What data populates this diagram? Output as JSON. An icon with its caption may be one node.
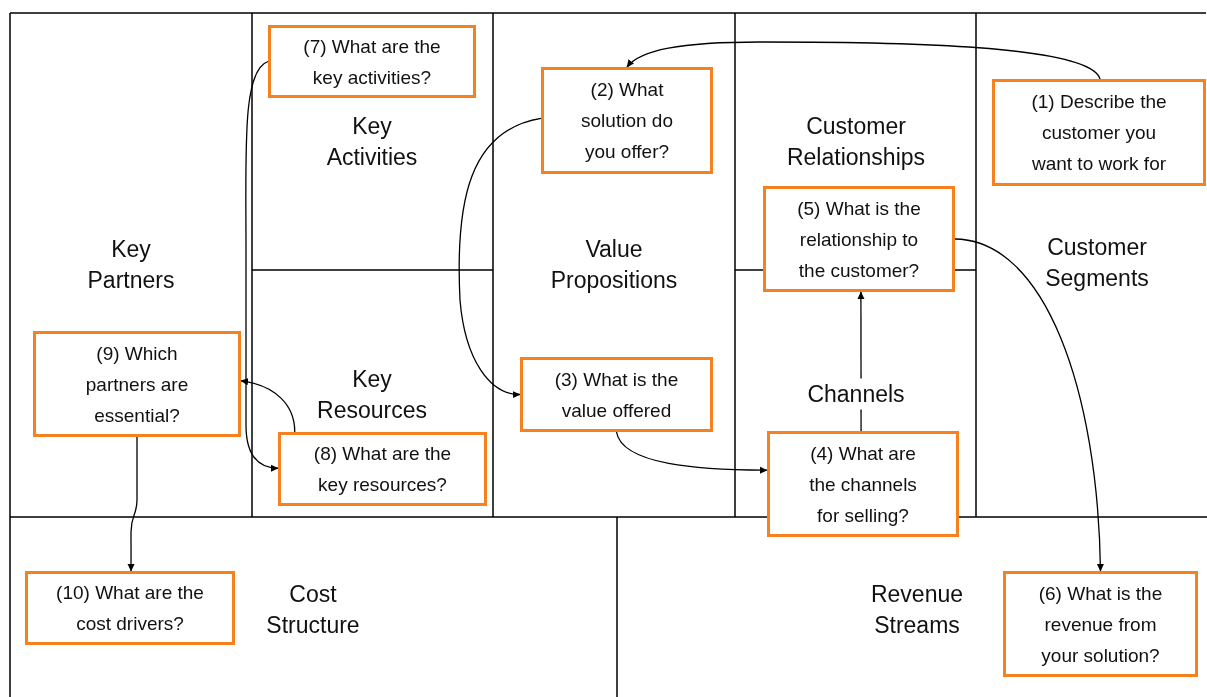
{
  "diagram": {
    "nodes": [
      {
        "text": [
          "(1) Describe the customer you want to work for"
        ]
      },
      {
        "text": [
          "(2) What solution do you offer?"
        ]
      },
      {
        "text": [
          "(3) What is the value offered"
        ]
      },
      {
        "text": [
          "(4) What are the channels for selling?"
        ]
      },
      {
        "text": [
          "(5) What is the relationship to the customer?"
        ]
      },
      {
        "text": [
          "(6) What is the revenue from your solution?"
        ]
      },
      {
        "text": [
          "(7) What are the key activities?"
        ]
      },
      {
        "text": [
          "(8) What are the key resources?"
        ]
      },
      {
        "text": [
          "(9) Which partners are essential?"
        ]
      },
      {
        "text": [
          "(10) What are the cost drivers?"
        ]
      }
    ],
    "edges": [
      {
        "from": 0,
        "to": 1,
        "arrow": "to"
      },
      {
        "from": 1,
        "to": 2,
        "arrow": "to"
      },
      {
        "from": 2,
        "to": 3,
        "arrow": "to"
      },
      {
        "from": 3,
        "to": 4,
        "arrow": "to"
      },
      {
        "from": 4,
        "to": 5,
        "arrow": "to"
      },
      {
        "from": 6,
        "to": 7,
        "arrow": "to"
      },
      {
        "from": 7,
        "to": 8,
        "arrow": "to"
      },
      {
        "from": 8,
        "to": 9,
        "arrow": "to"
      }
    ],
    "labels": [
      "Key Activities",
      "Customer Relationships",
      "Key Partners",
      "Value Propositions",
      "Customer Segments",
      "Key Resources",
      "Channels",
      "Cost Structure",
      "Revenue Streams"
    ]
  }
}
